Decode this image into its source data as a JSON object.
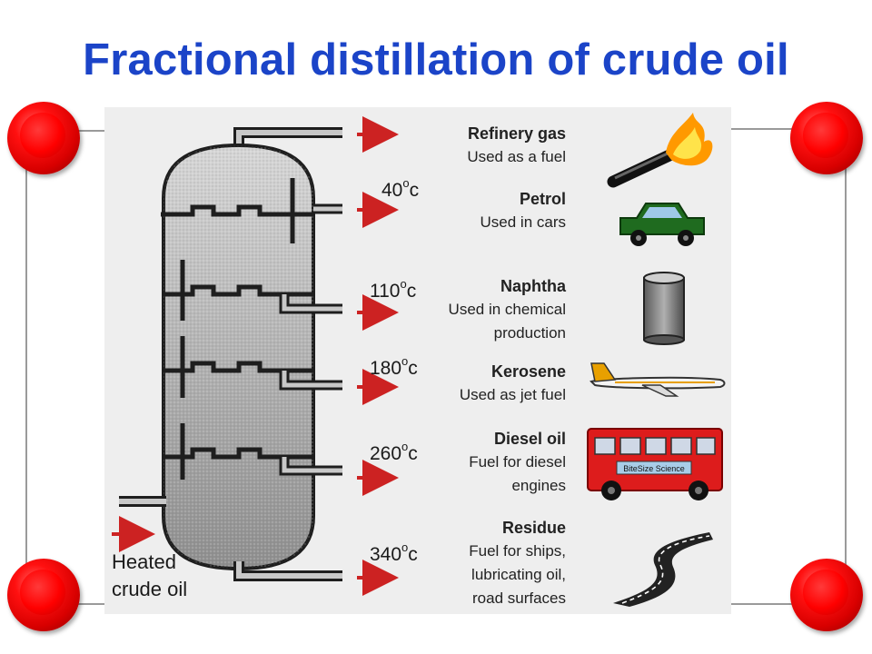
{
  "title": "Fractional distillation of crude oil",
  "feed": {
    "line1": "Heated",
    "line2": "crude oil"
  },
  "fractions": [
    {
      "key": "refinery-gas",
      "name": "Refinery gas",
      "use": [
        "Used as a fuel"
      ],
      "temp": "",
      "icon": "torch-flame-icon"
    },
    {
      "key": "petrol",
      "name": "Petrol",
      "use": [
        "Used in cars"
      ],
      "temp": "40",
      "icon": "car-icon"
    },
    {
      "key": "naphtha",
      "name": "Naphtha",
      "use": [
        "Used in chemical",
        "production"
      ],
      "temp": "110",
      "icon": "drum-barrel-icon"
    },
    {
      "key": "kerosene",
      "name": "Kerosene",
      "use": [
        "Used as jet fuel"
      ],
      "temp": "180",
      "icon": "airplane-icon"
    },
    {
      "key": "diesel-oil",
      "name": "Diesel oil",
      "use": [
        "Fuel for diesel",
        "engines"
      ],
      "temp": "260",
      "icon": "bus-icon"
    },
    {
      "key": "residue",
      "name": "Residue",
      "use": [
        "Fuel for ships,",
        "lubricating oil,",
        "road surfaces"
      ],
      "temp": "340",
      "icon": "road-icon"
    }
  ],
  "temp_unit": {
    "degree": "o",
    "letter": "c"
  },
  "bus_sign": "BiteSize Science",
  "colors": {
    "title": "#1b44c8",
    "arrow": "#cc2222",
    "column_fill": "#b4b4b4",
    "pin": "#ff0000"
  }
}
